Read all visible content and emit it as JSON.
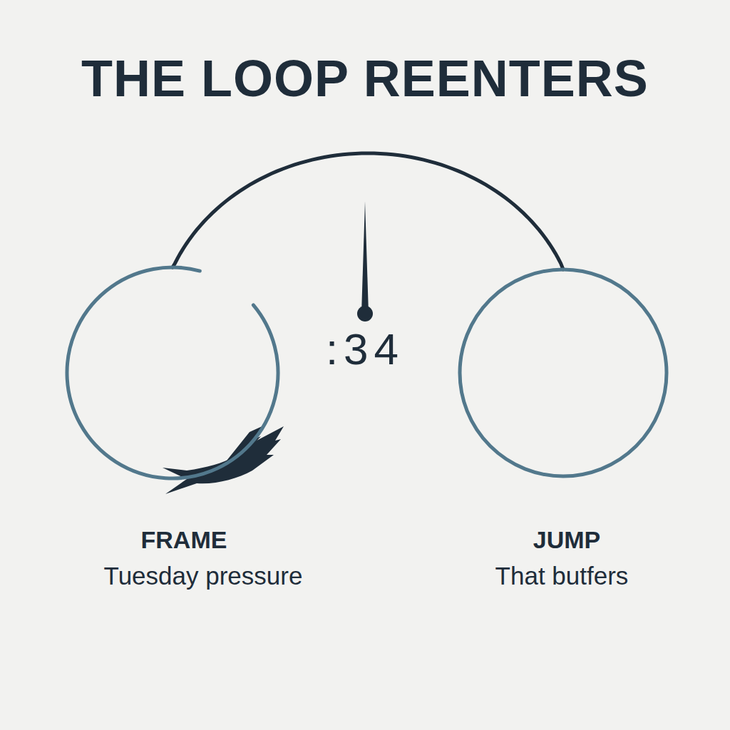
{
  "diagram": {
    "title": "THE LOOP REENTERS",
    "nodes": [
      {
        "text": [
          "FRAME",
          "Tuesday pressure"
        ]
      },
      {
        "text": [
          "JUMP",
          "That butfers"
        ]
      }
    ],
    "edges": [
      {
        "from": 0,
        "to": 1,
        "arrow": "none"
      }
    ],
    "labels": [
      ":34"
    ]
  }
}
